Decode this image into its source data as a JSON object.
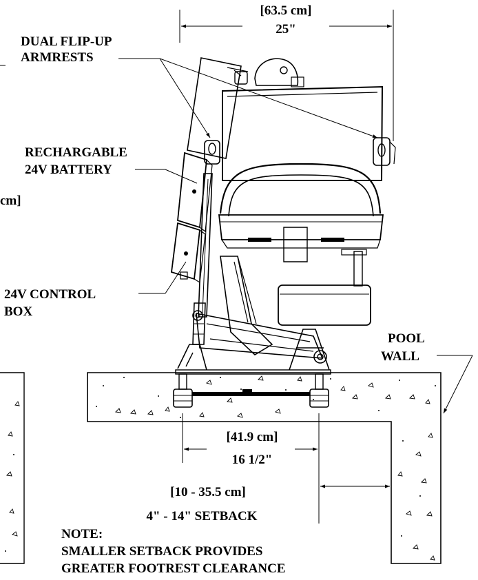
{
  "dimensions": {
    "overall_width_metric": "[63.5 cm]",
    "overall_width_imperial": "25\"",
    "base_width_metric": "[41.9 cm]",
    "base_width_imperial": "16 1/2\"",
    "setback_metric": "[10 - 35.5 cm]",
    "setback_imperial": "4\" - 14\" SETBACK",
    "cut_off_left_label": "cm]"
  },
  "callouts": {
    "armrests_line1": "DUAL FLIP-UP",
    "armrests_line2": "ARMRESTS",
    "battery_line1": "RECHARGABLE",
    "battery_line2": "24V BATTERY",
    "control_box_line1": "24V CONTROL",
    "control_box_line2": "BOX",
    "pool_wall_line1": "POOL",
    "pool_wall_line2": "WALL"
  },
  "note": {
    "title": "NOTE:",
    "line1": "SMALLER SETBACK PROVIDES",
    "line2": "GREATER FOOTREST CLEARANCE"
  }
}
